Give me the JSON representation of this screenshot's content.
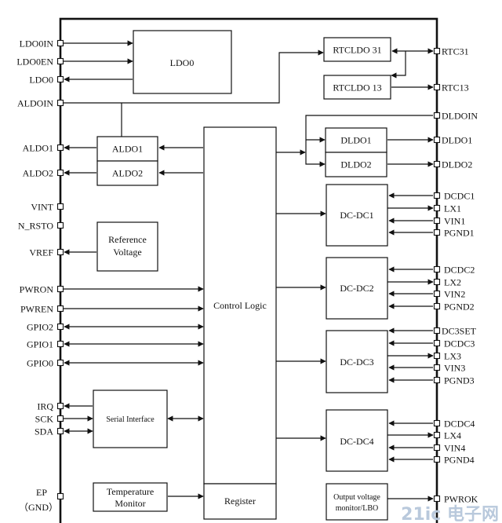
{
  "left_pins": {
    "ldo0in": "LDO0IN",
    "ldo0en": "LDO0EN",
    "ldo0": "LDO0",
    "aldoin": "ALDOIN",
    "aldo1": "ALDO1",
    "aldo2": "ALDO2",
    "vint": "VINT",
    "n_rsto": "N_RSTO",
    "vref": "VREF",
    "pwron": "PWRON",
    "pwren": "PWREN",
    "gpio2": "GPIO2",
    "gpio1": "GPIO1",
    "gpio0": "GPIO0",
    "irq": "IRQ",
    "sck": "SCK",
    "sda": "SDA",
    "ep": "EP",
    "gnd": "（GND）"
  },
  "right_pins": {
    "rtc31": "RTC31",
    "rtc13": "RTC13",
    "dldoin": "DLDOIN",
    "dldo1": "DLDO1",
    "dldo2": "DLDO2",
    "dcdc1": "DCDC1",
    "lx1": "LX1",
    "vin1": "VIN1",
    "pgnd1": "PGND1",
    "dcdc2": "DCDC2",
    "lx2": "LX2",
    "vin2": "VIN2",
    "pgnd2": "PGND2",
    "dc3set": "DC3SET",
    "dcdc3": "DCDC3",
    "lx3": "LX3",
    "vin3": "VIN3",
    "pgnd3": "PGND3",
    "dcdc4": "DCDC4",
    "lx4": "LX4",
    "vin4": "VIN4",
    "pgnd4": "PGND4",
    "pwrok": "PWROK"
  },
  "blocks": {
    "ldo0": "LDO0",
    "rtcldo31": "RTCLDO 31",
    "rtcldo13": "RTCLDO 13",
    "aldo1": "ALDO1",
    "aldo2": "ALDO2",
    "reference_line1": "Reference",
    "reference_line2": "Voltage",
    "control_logic": "Control Logic",
    "register": "Register",
    "serial_interface": "Serial Interface",
    "temp_line1": "Temperature",
    "temp_line2": "Monitor",
    "dldo1": "DLDO1",
    "dldo2": "DLDO2",
    "dcdc1": "DC-DC1",
    "dcdc2": "DC-DC2",
    "dcdc3": "DC-DC3",
    "dcdc4": "DC-DC4",
    "output_line1": "Output voltage",
    "output_line2": "monitor/LBO"
  },
  "watermark": "21ic 电子网"
}
